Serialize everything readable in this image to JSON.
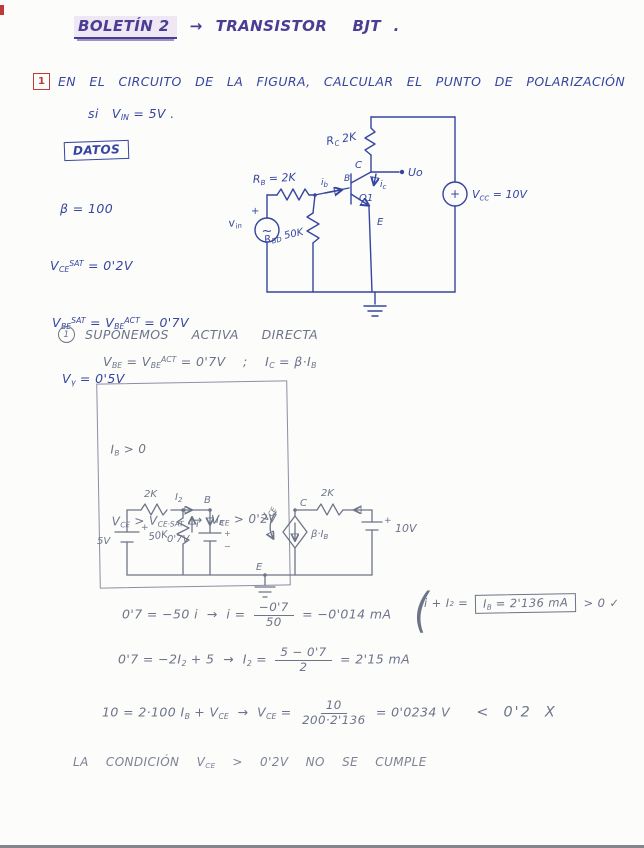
{
  "title": {
    "main": "BOLETÍN 2",
    "arrow": "→",
    "suffix": "TRANSISTOR  BJT ."
  },
  "problem": {
    "num": "1",
    "text": "EN EL CIRCUITO DE LA FIGURA, CALCULAR EL PUNTO DE POLARIZACIÓN",
    "given": [
      {
        "t": "si   V"
      },
      {
        "t": "IN",
        "m": "sub"
      },
      {
        "t": " = 5V ."
      }
    ]
  },
  "datos": {
    "label": "DATOS",
    "items": [
      [
        {
          "t": "β = 100"
        }
      ],
      [
        {
          "t": "V"
        },
        {
          "t": "CE",
          "m": "sub"
        },
        {
          "t": "SAT",
          "m": "sup"
        },
        {
          "t": " = 0'2V"
        }
      ],
      [
        {
          "t": "V"
        },
        {
          "t": "BE",
          "m": "sub"
        },
        {
          "t": "SAT",
          "m": "sup"
        },
        {
          "t": " = V"
        },
        {
          "t": "BE",
          "m": "sub"
        },
        {
          "t": "ACT",
          "m": "sup"
        },
        {
          "t": " = 0'7V"
        }
      ],
      [
        {
          "t": "V"
        },
        {
          "t": "γ",
          "m": "sub"
        },
        {
          "t": " = 0'5V"
        }
      ]
    ]
  },
  "supuesto": {
    "num": "1",
    "title": "SUPONEMOS  ACTIVA  DIRECTA",
    "hyp": [
      {
        "t": "V"
      },
      {
        "t": "BE",
        "m": "sub"
      },
      {
        "t": " = V"
      },
      {
        "t": "BE",
        "m": "sub"
      },
      {
        "t": "ACT",
        "m": "sup"
      },
      {
        "t": " = 0'7V"
      },
      {
        "t": "    ;    I"
      },
      {
        "t": "C",
        "m": "sub"
      },
      {
        "t": " = β·I"
      },
      {
        "t": "B",
        "m": "sub"
      }
    ],
    "conds": [
      [
        {
          "t": "I"
        },
        {
          "t": "B",
          "m": "sub"
        },
        {
          "t": " > 0"
        }
      ],
      [
        {
          "t": "V"
        },
        {
          "t": "CE",
          "m": "sub"
        },
        {
          "t": " > V"
        },
        {
          "t": "CE·SAT",
          "m": "sub"
        },
        {
          "t": "  →  V"
        },
        {
          "t": "CE",
          "m": "sub"
        },
        {
          "t": " > 0'2V"
        }
      ]
    ]
  },
  "eqs": {
    "eq1": [
      {
        "t": "0'7 = −50 i  →  i = "
      },
      {
        "frac": [
          "−0'7",
          "50"
        ]
      },
      {
        "t": " = −0'014 mA"
      }
    ],
    "eq2": [
      {
        "t": "0'7 = −2I"
      },
      {
        "t": "2",
        "m": "sub"
      },
      {
        "t": " + 5  →  I"
      },
      {
        "t": "2",
        "m": "sub"
      },
      {
        "t": " = "
      },
      {
        "frac": [
          "5 − 0'7",
          "2"
        ]
      },
      {
        "t": " = 2'15 mA"
      }
    ],
    "paren": "(",
    "side": [
      {
        "t": "i + I"
      },
      {
        "t": "2",
        "m": "sub"
      },
      {
        "t": " = "
      },
      {
        "box": [
          {
            "t": "I"
          },
          {
            "t": "B",
            "m": "sub"
          },
          {
            "t": " = 2'136 mA"
          }
        ]
      },
      {
        "t": " > 0 ✓"
      }
    ],
    "eq3": [
      {
        "t": "10 = 2·100 I"
      },
      {
        "t": "B",
        "m": "sub"
      },
      {
        "t": " + V"
      },
      {
        "t": "CE",
        "m": "sub"
      },
      {
        "t": "  →  V"
      },
      {
        "t": "CE",
        "m": "sub"
      },
      {
        "t": " = "
      },
      {
        "frac": [
          "10",
          "200·2'136"
        ]
      },
      {
        "t": " = 0'0234 V"
      },
      {
        "t": "    <  0'2  X",
        "m": "big"
      }
    ],
    "concl": [
      {
        "t": "LA CONDICIÓN V"
      },
      {
        "t": "CE",
        "m": "sub"
      },
      {
        "t": " > 0'2V NO SE CUMPLE"
      }
    ]
  },
  "c1": {
    "vin_v": "v",
    "vin_sub": "in",
    "vin_plus": "+",
    "src_wave": "~",
    "rb_r": "R",
    "rb_sub": "B",
    "rb_val": " = 2K",
    "rbd_r": "R",
    "rbd_sub": "BD",
    "rbd_val": " 50K",
    "rc_r": "R",
    "rc_sub": "C",
    "rc_val": " 2K",
    "b": "B",
    "ib_i": "i",
    "ib_sub": "b",
    "q1": "Q1",
    "c": "C",
    "e": "E",
    "ic_i": "i",
    "ic_sub": "c",
    "uo": "Uo",
    "vcc_v": "V",
    "vcc_sub": "CC",
    "vcc_val": " = 10V",
    "vcc_plus": "+"
  },
  "c2": {
    "v5": "5V",
    "plus5": "+",
    "r2k_left": "2K",
    "i2_i": "I",
    "i2_sub": "2",
    "i_small": "i",
    "r50": "50K",
    "b": "B",
    "ib_i": "I",
    "ib_sub": "B",
    "vbe": "0'7V",
    "plus_be": "+",
    "minus_be": "−",
    "c": "C",
    "vce_v": "V",
    "vce_sub": "CE",
    "beta_ib": "β·I",
    "beta_sub": "B",
    "r2k_right": "2K",
    "v10": "10V",
    "plus10": "+",
    "e": "E"
  }
}
